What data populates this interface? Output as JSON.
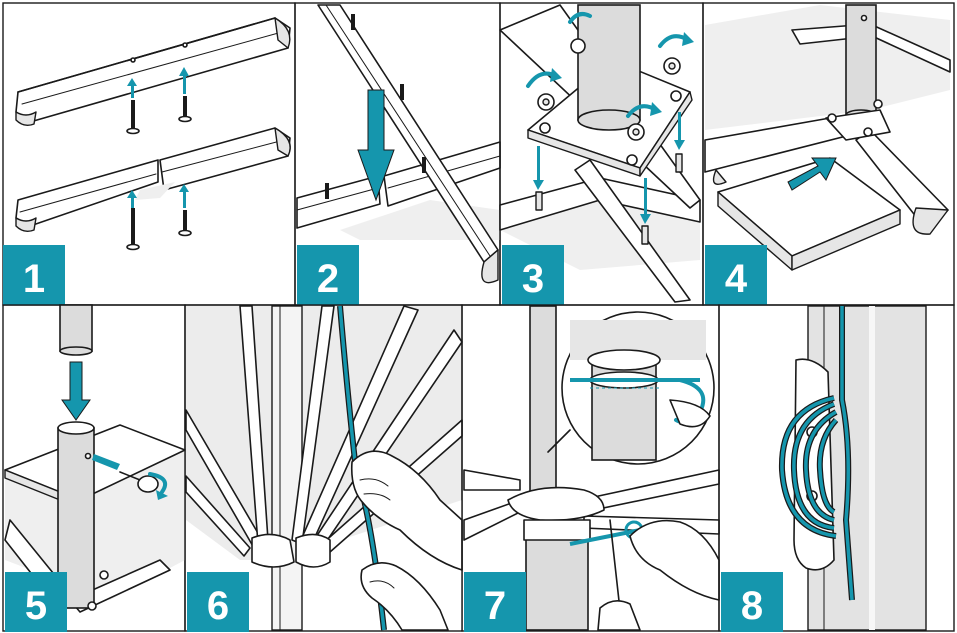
{
  "steps": [
    {
      "number": "1"
    },
    {
      "number": "2"
    },
    {
      "number": "3"
    },
    {
      "number": "4"
    },
    {
      "number": "5"
    },
    {
      "number": "6"
    },
    {
      "number": "7"
    },
    {
      "number": "8"
    }
  ],
  "colors": {
    "accent": "#1596ad",
    "line": "#1a1a1a",
    "panel_fill": "#ffffff",
    "shade": "#e6e6e6"
  }
}
